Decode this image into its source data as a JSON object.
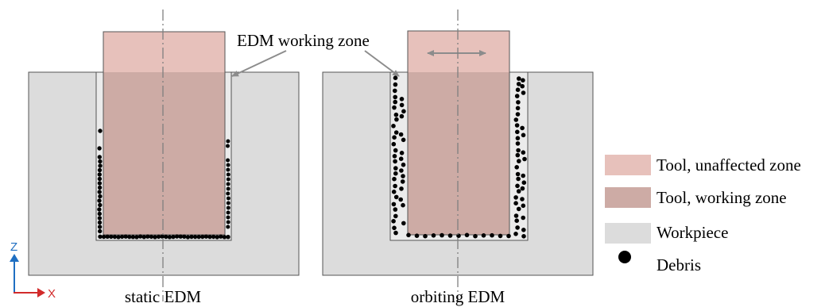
{
  "labels": {
    "static": "static EDM",
    "orbiting": "orbiting EDM",
    "callout": "EDM working zone"
  },
  "legend": [
    {
      "key": "tool_unaffected",
      "label": "Tool, unaffected zone",
      "color": "#e7c1bb"
    },
    {
      "key": "tool_working",
      "label": "Tool, working zone",
      "color": "#cdaba5"
    },
    {
      "key": "workpiece",
      "label": "Workpiece",
      "color": "#dcdcdc"
    },
    {
      "key": "debris",
      "label": "Debris",
      "color": "#000000"
    }
  ],
  "axes": {
    "z": "Z",
    "x": "X",
    "z_color": "#1f6fc2",
    "x_color": "#d22b2b"
  },
  "colors": {
    "workpiece": "#dcdcdc",
    "tool_unaffected": "#e7c1bb",
    "tool_working": "#cdaba5",
    "gap": "#ebebeb",
    "outline": "#555555",
    "centerline": "#7f7f7f",
    "callout_arrow": "#8c8c8c"
  }
}
